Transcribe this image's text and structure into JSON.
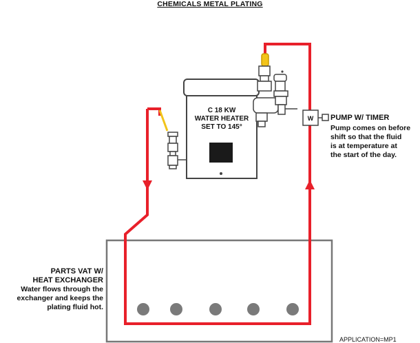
{
  "title": "CHEMICALS METAL PLATING",
  "heater": {
    "line1": "C 18 KW",
    "line2": "WATER HEATER",
    "line3": "SET TO 145°"
  },
  "pump": {
    "symbol": "W",
    "title": "PUMP W/ TIMER",
    "desc_lines": [
      "Pump comes on before",
      "shift so that the fluid",
      "is at temperature at",
      "the start of the day."
    ]
  },
  "vat": {
    "title_lines": [
      "PARTS VAT W/",
      "HEAT EXCHANGER"
    ],
    "desc_lines": [
      "Water flows through the",
      "exchanger and keeps the",
      "plating fluid hot."
    ]
  },
  "application": "APPLICATION=MP1",
  "colors": {
    "pipe": "#e8202a",
    "outline": "#444444",
    "valve": "#f2c41a",
    "heater_panel": "#1a1a1a",
    "vat": "#777777",
    "circles": "#7a7a7a"
  }
}
